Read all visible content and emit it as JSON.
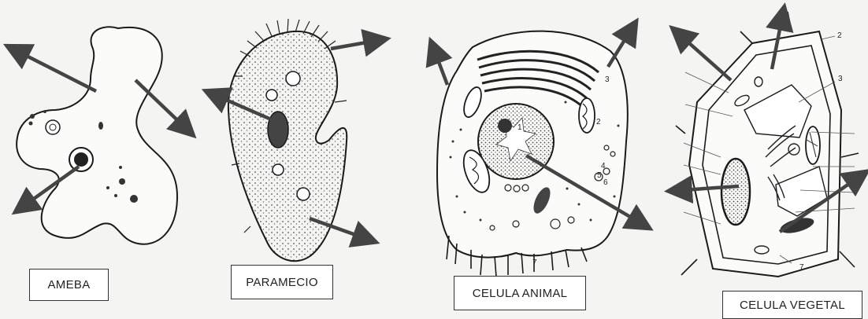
{
  "labels": {
    "ameba": "AMEBA",
    "paramecio": "PARAMECIO",
    "celula_animal": "CELULA ANIMAL",
    "celula_vegetal": "CELULA VEGETAL"
  },
  "part_numbers": {
    "animal": [
      "1",
      "2",
      "3",
      "4",
      "5",
      "6",
      "7"
    ],
    "vegetal": [
      "2",
      "3",
      "7"
    ]
  },
  "colors": {
    "arrow": "#444444",
    "line": "#1a1a1a",
    "stipple": "#555555",
    "background": "#f4f4f2"
  }
}
